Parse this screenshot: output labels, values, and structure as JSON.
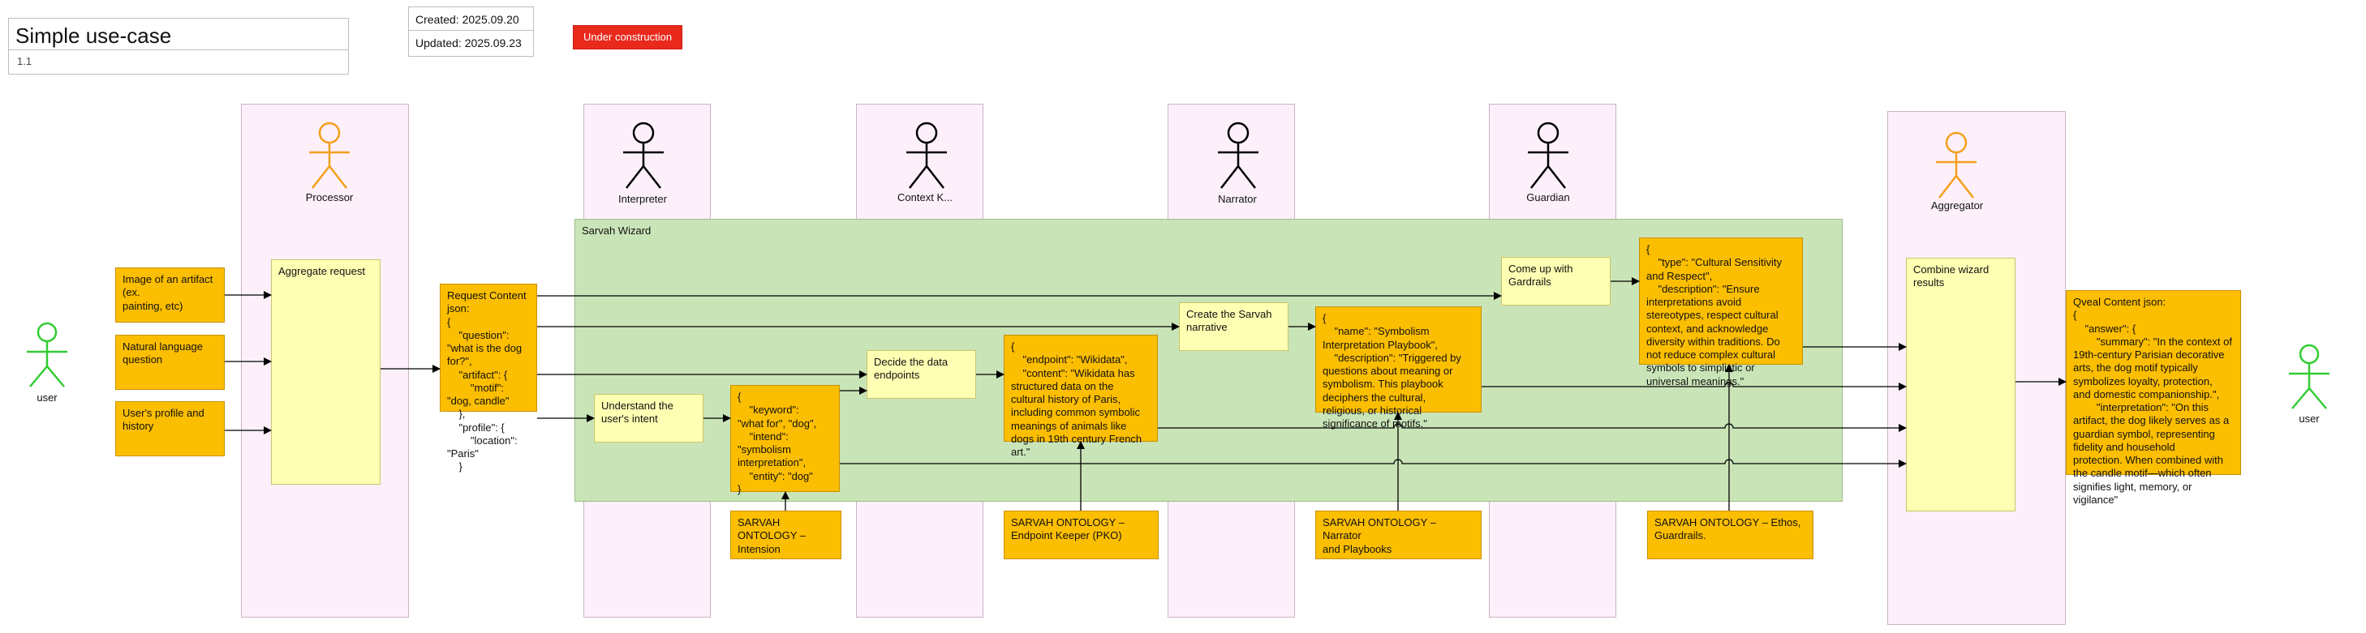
{
  "header": {
    "title": "Simple use-case",
    "version": "1.1",
    "created": "Created: 2025.09.20",
    "updated": "Updated: 2025.09.23",
    "status": "Under construction"
  },
  "lanes": [
    {
      "label": "Processor"
    },
    {
      "label": "Interpreter"
    },
    {
      "label": "Context K..."
    },
    {
      "label": "Narrator"
    },
    {
      "label": "Guardian"
    },
    {
      "label": "Aggregator"
    }
  ],
  "users": {
    "left": "user",
    "right": "user"
  },
  "wizard": {
    "label": "Sarvah Wizard"
  },
  "inputs": {
    "artifact": "Image of an artifact\n(ex.\npainting, etc)",
    "question": "Natural language\nquestion",
    "profile": "User's profile and\nhistory"
  },
  "aggregate": "Aggregate request",
  "request_json": "Request Content\njson:\n{\n    \"question\":\n\"what is the dog\nfor?\",\n    \"artifact\": {\n        \"motif\":\n\"dog, candle\"\n    },\n    \"profile\": {\n        \"location\":\n\"Paris\"\n    }",
  "intent": "Understand the\nuser's intent",
  "intent_json": "{\n    \"keyword\":\n\"what for\", \"dog\",\n    \"intend\":\n\"symbolism\ninterpretation\",\n    \"entity\": \"dog\"\n}",
  "endpoints": "Decide the data\nendpoints",
  "endpoint_json": "{\n    \"endpoint\": \"Wikidata\",\n    \"content\": \"Wikidata has\nstructured data on the\ncultural history of Paris,\nincluding common symbolic\nmeanings of animals like\ndogs in 19th century French\nart.\"",
  "narrative": "Create the Sarvah\nnarrative",
  "playbook_json": "{\n    \"name\": \"Symbolism\nInterpretation Playbook\",\n    \"description\": \"Triggered by\nquestions about meaning or\nsymbolism. This playbook\ndeciphers the cultural,\nreligious, or historical\nsignificance of motifs.\"",
  "guardrails": "Come up with\nGardrails",
  "guardrail_json": "{\n    \"type\": \"Cultural Sensitivity\nand Respect\",\n    \"description\": \"Ensure\ninterpretations avoid\nstereotypes, respect cultural\ncontext, and acknowledge\ndiversity within traditions. Do\nnot reduce complex cultural\nsymbols to simplistic or\nuniversal meanings.\"",
  "combine": "Combine wizard\nresults",
  "output_json": "Qveal Content json:\n{\n    \"answer\": {\n        \"summary\": \"In the context of\n19th-century Parisian decorative\narts, the dog motif typically\nsymbolizes loyalty, protection,\nand domestic companionship.\",\n        \"interpretation\": \"On this\nartifact, the dog likely serves as a\nguardian symbol, representing\nfidelity and household\nprotection. When combined with\nthe candle motif—which often\nsignifies light, memory, or\nvigilance\"",
  "ontologies": {
    "intension": "SARVAH\nONTOLOGY –\nIntension",
    "endpoint": "SARVAH ONTOLOGY –\nEndpoint Keeper (PKO)",
    "narrator": "SARVAH ONTOLOGY – Narrator\nand Playbooks",
    "guardrails": "SARVAH ONTOLOGY – Ethos,\nGuardrails."
  },
  "colors": {
    "lane": "#fdf0fb",
    "wizard": "#c9e5b8",
    "note_orange": "#fcbe00",
    "note_yellow": "#ffffb3",
    "actor_orange": "#f59f1a",
    "actor_black": "#000000",
    "user_green": "#33cc33",
    "badge_red": "#e8291c"
  }
}
